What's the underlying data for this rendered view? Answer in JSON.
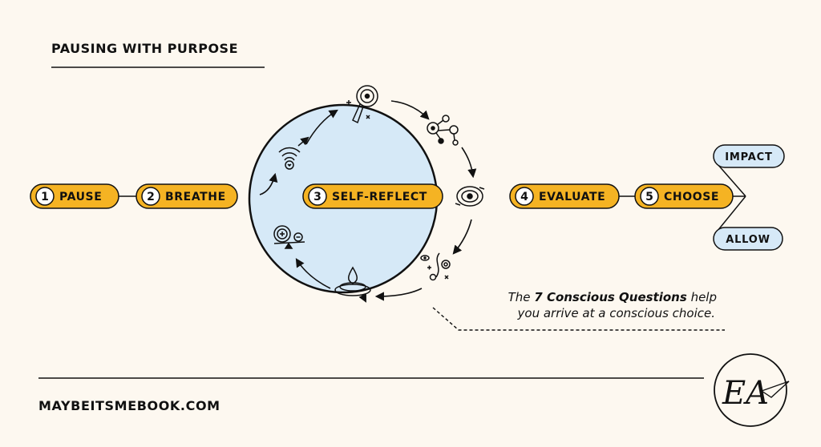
{
  "title": "PAUSING WITH PURPOSE",
  "steps": [
    {
      "num": "1",
      "label": "PAUSE"
    },
    {
      "num": "2",
      "label": "BREATHE"
    },
    {
      "num": "3",
      "label": "SELF-REFLECT"
    },
    {
      "num": "4",
      "label": "EVALUATE"
    },
    {
      "num": "5",
      "label": "CHOOSE"
    }
  ],
  "outcomes": {
    "top": "IMPACT",
    "bottom": "ALLOW"
  },
  "caption": {
    "prefix": "The ",
    "bold": "7 Conscious Questions",
    "suffix": " help",
    "line2": "you arrive at a conscious choice."
  },
  "footer": "MAYBEITSMEBOOK.COM",
  "logo": "EA",
  "colors": {
    "pill": "#f5b323",
    "circle": "#d6e9f7",
    "side_pill": "#d6e9f7",
    "background": "#fdf8f0",
    "ink": "#111111"
  },
  "icons": [
    "wifi-heart-icon",
    "eye-magnifier-icon",
    "network-eye-icon",
    "eye-target-icon",
    "eye-path-icon",
    "water-drop-icon",
    "balance-scale-icon"
  ]
}
